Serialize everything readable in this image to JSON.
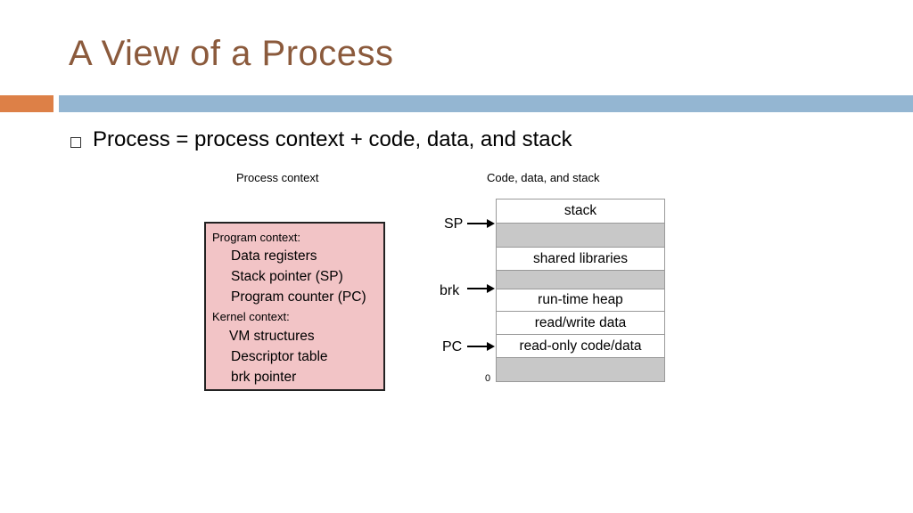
{
  "slide": {
    "title": "A View of a Process",
    "bullet": "Process = process context + code, data, and stack"
  },
  "colors": {
    "title": "#8B5A3C",
    "accent_orange": "#DD8047",
    "accent_blue": "#94B6D2",
    "context_fill": "#F2C4C6",
    "gray_segment": "#C8C8C8"
  },
  "context_panel": {
    "caption": "Process context",
    "program_heading": "Program context:",
    "program_items": [
      "Data registers",
      "Stack pointer (SP)",
      "Program counter (PC)"
    ],
    "kernel_heading": "Kernel context:",
    "kernel_items": [
      "VM structures",
      "Descriptor table",
      "brk pointer"
    ]
  },
  "memory_panel": {
    "caption": "Code, data, and stack",
    "segments": [
      {
        "label": "stack",
        "shaded": false
      },
      {
        "label": "",
        "shaded": true
      },
      {
        "label": "shared libraries",
        "shaded": false
      },
      {
        "label": "",
        "shaded": true
      },
      {
        "label": "run-time heap",
        "shaded": false
      },
      {
        "label": "read/write data",
        "shaded": false
      },
      {
        "label": "read-only code/data",
        "shaded": false
      },
      {
        "label": "",
        "shaded": true
      }
    ],
    "pointers": [
      "SP",
      "brk",
      "PC"
    ],
    "bottom_address": "0"
  }
}
